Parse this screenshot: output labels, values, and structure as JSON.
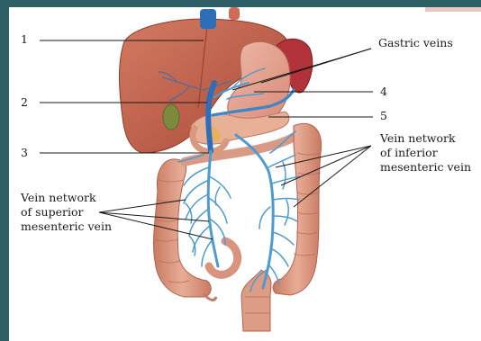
{
  "labels": {
    "num1": "1",
    "num2": "2",
    "num3": "3",
    "num4": "4",
    "num5": "5",
    "gastric_veins": "Gastric veins",
    "inferior_line1": "Vein network",
    "inferior_line2": "of inferior",
    "inferior_line3": "mesenteric vein",
    "superior_line1": "Vein network",
    "superior_line2": "of superior",
    "superior_line3": "mesenteric vein"
  },
  "colors": {
    "frame": "#2f5f66",
    "liver": "#c4604a",
    "stomach": "#e6a493",
    "spleen": "#b2323a",
    "intestine": "#dd9a80",
    "vein": "#4f9bd0",
    "portal_vein": "#2c6fb8"
  }
}
